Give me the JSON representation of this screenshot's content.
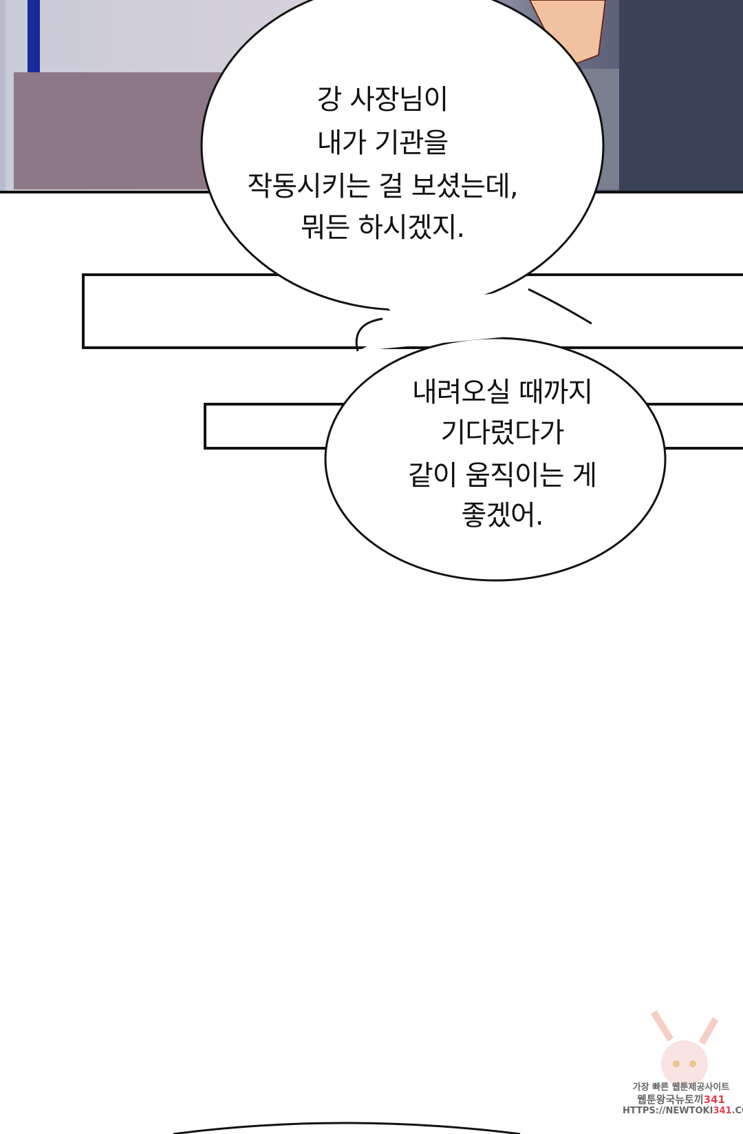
{
  "bubble_1": {
    "lines": [
      "강 사장님이",
      "내가 기관을",
      "작동시키는 걸 보셨는데,",
      "뭐든 하시겠지."
    ]
  },
  "bubble_2": {
    "lines": [
      "내려오실 때까지",
      "기다렸다가",
      "같이 움직이는 게",
      "좋겠어."
    ]
  },
  "watermark": {
    "line1": "가장 빠른 웹툰제공사이트",
    "line2_prefix": "웹툰왕국뉴토끼",
    "line2_number": "341",
    "url_prefix": "HTTPS://NEWTOKI",
    "url_number": "341",
    "url_suffix": ".COM",
    "accent_color": "#e04050"
  }
}
